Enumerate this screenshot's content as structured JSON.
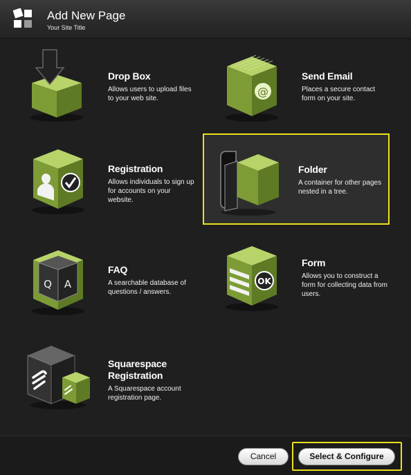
{
  "header": {
    "title": "Add New Page",
    "subtitle": "Your Site Title"
  },
  "page_types": [
    {
      "id": "dropbox",
      "title": "Drop Box",
      "description": "Allows users to upload files to your web site.",
      "icon": "drop-box-icon"
    },
    {
      "id": "sendemail",
      "title": "Send Email",
      "description": "Places a secure contact form on your site.",
      "icon": "send-email-icon"
    },
    {
      "id": "registration",
      "title": "Registration",
      "description": "Allows individuals to sign up for accounts on your website.",
      "icon": "registration-icon"
    },
    {
      "id": "folder",
      "title": "Folder",
      "description": "A container for other pages nested in a tree.",
      "icon": "folder-icon",
      "selected": true
    },
    {
      "id": "faq",
      "title": "FAQ",
      "description": "A searchable database of questions / answers.",
      "icon": "faq-icon"
    },
    {
      "id": "form",
      "title": "Form",
      "description": "Allows you to construct a form for collecting data from users.",
      "icon": "form-icon"
    },
    {
      "id": "sqsregistration",
      "title": "Squarespace Registration",
      "description": "A Squarespace account registration page.",
      "icon": "squarespace-registration-icon"
    }
  ],
  "icon_glyphs": {
    "email": "@",
    "faq_q": "Q",
    "faq_a": "A",
    "form_ok": "OK"
  },
  "footer": {
    "cancel_label": "Cancel",
    "configure_label": "Select & Configure"
  },
  "colors": {
    "accent_highlight": "#ece21d",
    "cube_green": "#8fb044"
  }
}
